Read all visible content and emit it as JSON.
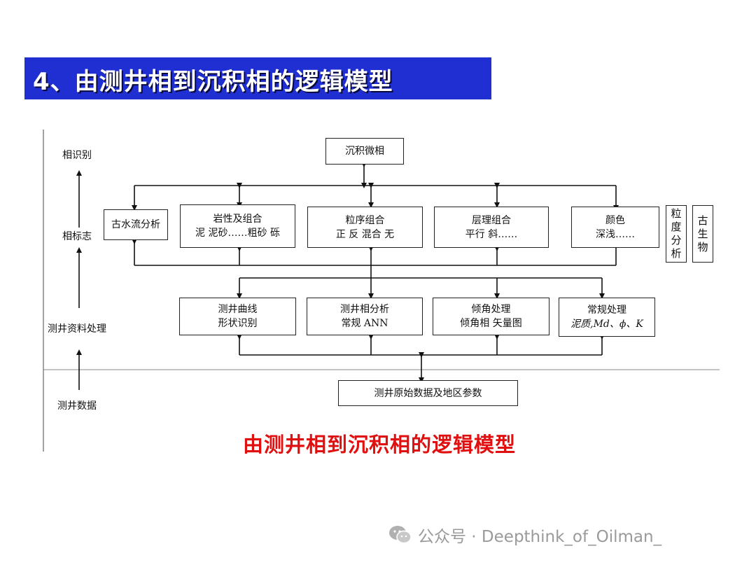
{
  "title": "4、由测井相到沉积相的逻辑模型",
  "side_labels": {
    "facies_id": "相识别",
    "facies_marker": "相标志",
    "log_processing": "测井资料处理",
    "log_data": "测井数据"
  },
  "top_box": "沉积微相",
  "marker_boxes": {
    "paleocurrent": "古水流分析",
    "lithology_line1": "岩性及组合",
    "lithology_line2": "泥 泥砂……粗砂 砾",
    "grain_line1": "粒序组合",
    "grain_line2": "正 反 混合 无",
    "bedding_line1": "层理组合",
    "bedding_line2": "平行 斜……",
    "color_line1": "颜色",
    "color_line2": "深浅……",
    "grain_size_analysis": "粒度分析",
    "paleontology": "古生物"
  },
  "processing_boxes": {
    "curve_line1": "测井曲线",
    "curve_line2": "形状识别",
    "facies_line1": "测井相分析",
    "facies_line2": "常规 ANN",
    "dip_line1": "倾角处理",
    "dip_line2": "倾角相  矢量图",
    "conv_line1": "常规处理",
    "conv_line2": "泥质,Md、ϕ、K"
  },
  "bottom_box": "测井原始数据及地区参数",
  "caption": "由测井相到沉积相的逻辑模型",
  "watermark": "公众号 · Deepthink_of_Oilman_",
  "colors": {
    "title_bg": "#1f2fd1",
    "caption": "#e01010",
    "watermark": "#9a9a9a"
  }
}
